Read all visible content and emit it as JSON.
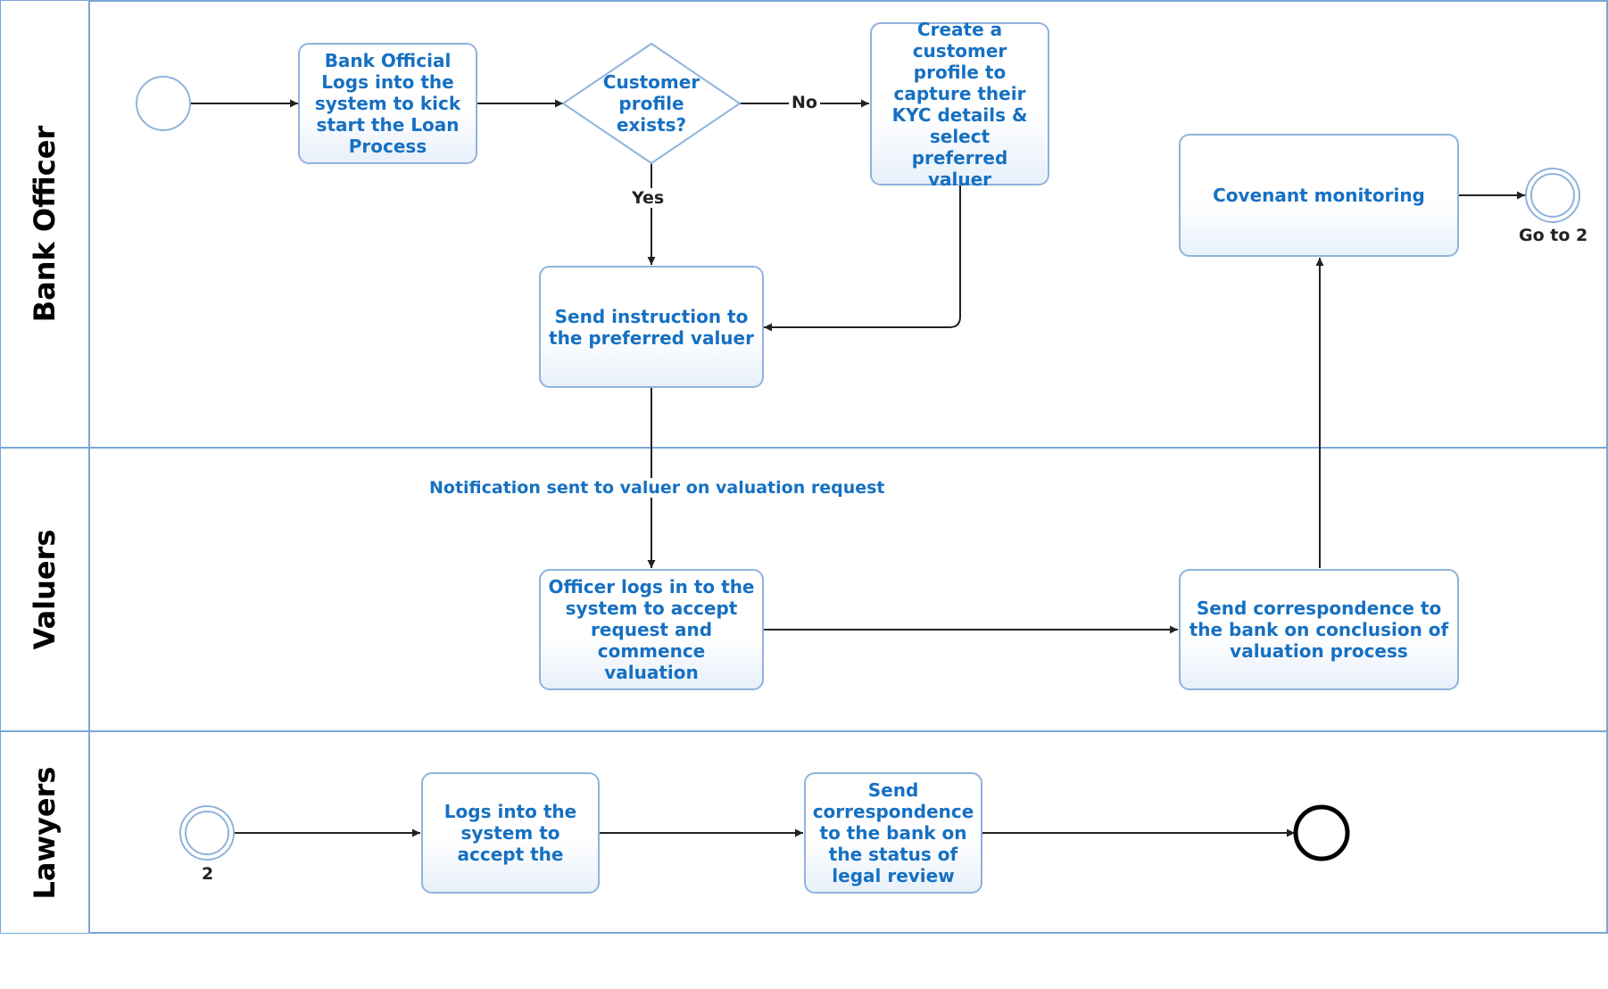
{
  "colors": {
    "task_text": "#1670c2",
    "task_border": "#8fb3dc",
    "lane_border": "#7ba6d6",
    "arrow": "#222222"
  },
  "lanes": [
    {
      "label": "Bank Officer"
    },
    {
      "label": "Valuers"
    },
    {
      "label": "Lawyers"
    }
  ],
  "tasks": {
    "login_kickstart": "Bank Official Logs into the system to kick start the Loan Process",
    "create_profile": "Create a customer profile to capture their KYC details & select preferred valuer",
    "send_instruction": "Send instruction to the preferred valuer",
    "covenant_monitoring": "Covenant monitoring",
    "officer_accept": "Officer logs in to the system to accept request and commence valuation",
    "send_correspondence_bank": "Send correspondence to the bank on conclusion of valuation process",
    "lawyer_login": "Logs into the system to accept the",
    "lawyer_correspondence": "Send correspondence to the bank on the status of legal review"
  },
  "gateway": {
    "label": "Customer profile exists?"
  },
  "labels": {
    "no": "No",
    "yes": "Yes",
    "go_to_2": "Go to 2",
    "notification": "Notification sent to valuer on valuation request",
    "link_2": "2"
  }
}
